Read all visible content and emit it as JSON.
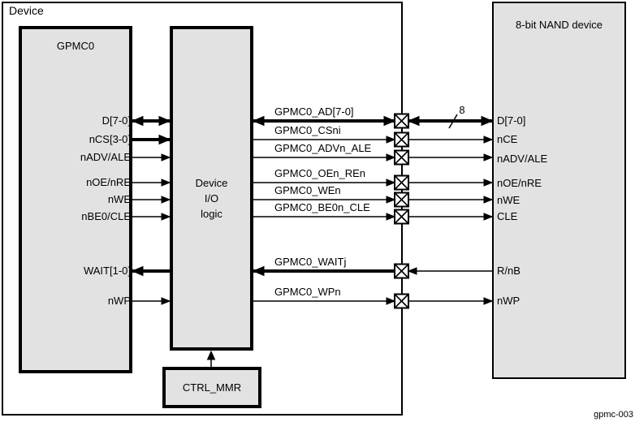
{
  "figure": {
    "outer_label": "Device",
    "figure_id": "gpmc-003",
    "bus_width": "8",
    "blocks": {
      "gpmc": {
        "title": "GPMC0"
      },
      "io_logic": {
        "line1": "Device",
        "line2": "I/O",
        "line3": "logic"
      },
      "ctrl_mmr": {
        "title": "CTRL_MMR"
      },
      "nand": {
        "title": "8-bit NAND device"
      }
    },
    "signals": [
      {
        "gpmc_pin": "D[7-0]",
        "pad_name": "GPMC0_AD[7-0]",
        "nand_pin": "D[7-0]",
        "direction": "bidirectional",
        "bus": true
      },
      {
        "gpmc_pin": "nCS[3-0]",
        "pad_name": "GPMC0_CSni",
        "nand_pin": "nCE",
        "direction": "gpmc-to-nand",
        "bus": true
      },
      {
        "gpmc_pin": "nADV/ALE",
        "pad_name": "GPMC0_ADVn_ALE",
        "nand_pin": "nADV/ALE",
        "direction": "gpmc-to-nand",
        "bus": false
      },
      {
        "gpmc_pin": "nOE/nRE",
        "pad_name": "GPMC0_OEn_REn",
        "nand_pin": "nOE/nRE",
        "direction": "gpmc-to-nand",
        "bus": false
      },
      {
        "gpmc_pin": "nWE",
        "pad_name": "GPMC0_WEn",
        "nand_pin": "nWE",
        "direction": "gpmc-to-nand",
        "bus": false
      },
      {
        "gpmc_pin": "nBE0/CLE",
        "pad_name": "GPMC0_BE0n_CLE",
        "nand_pin": "CLE",
        "direction": "gpmc-to-nand",
        "bus": false
      },
      {
        "gpmc_pin": "WAIT[1-0]",
        "pad_name": "GPMC0_WAITj",
        "nand_pin": "R/nB",
        "direction": "nand-to-gpmc",
        "bus": true
      },
      {
        "gpmc_pin": "nWP",
        "pad_name": "GPMC0_WPn",
        "nand_pin": "nWP",
        "direction": "gpmc-to-nand",
        "bus": false
      }
    ],
    "colors": {
      "block_fill": "#e2e2e2",
      "line": "#000000",
      "background": "#ffffff",
      "pad_fill": "#ffffff"
    }
  }
}
